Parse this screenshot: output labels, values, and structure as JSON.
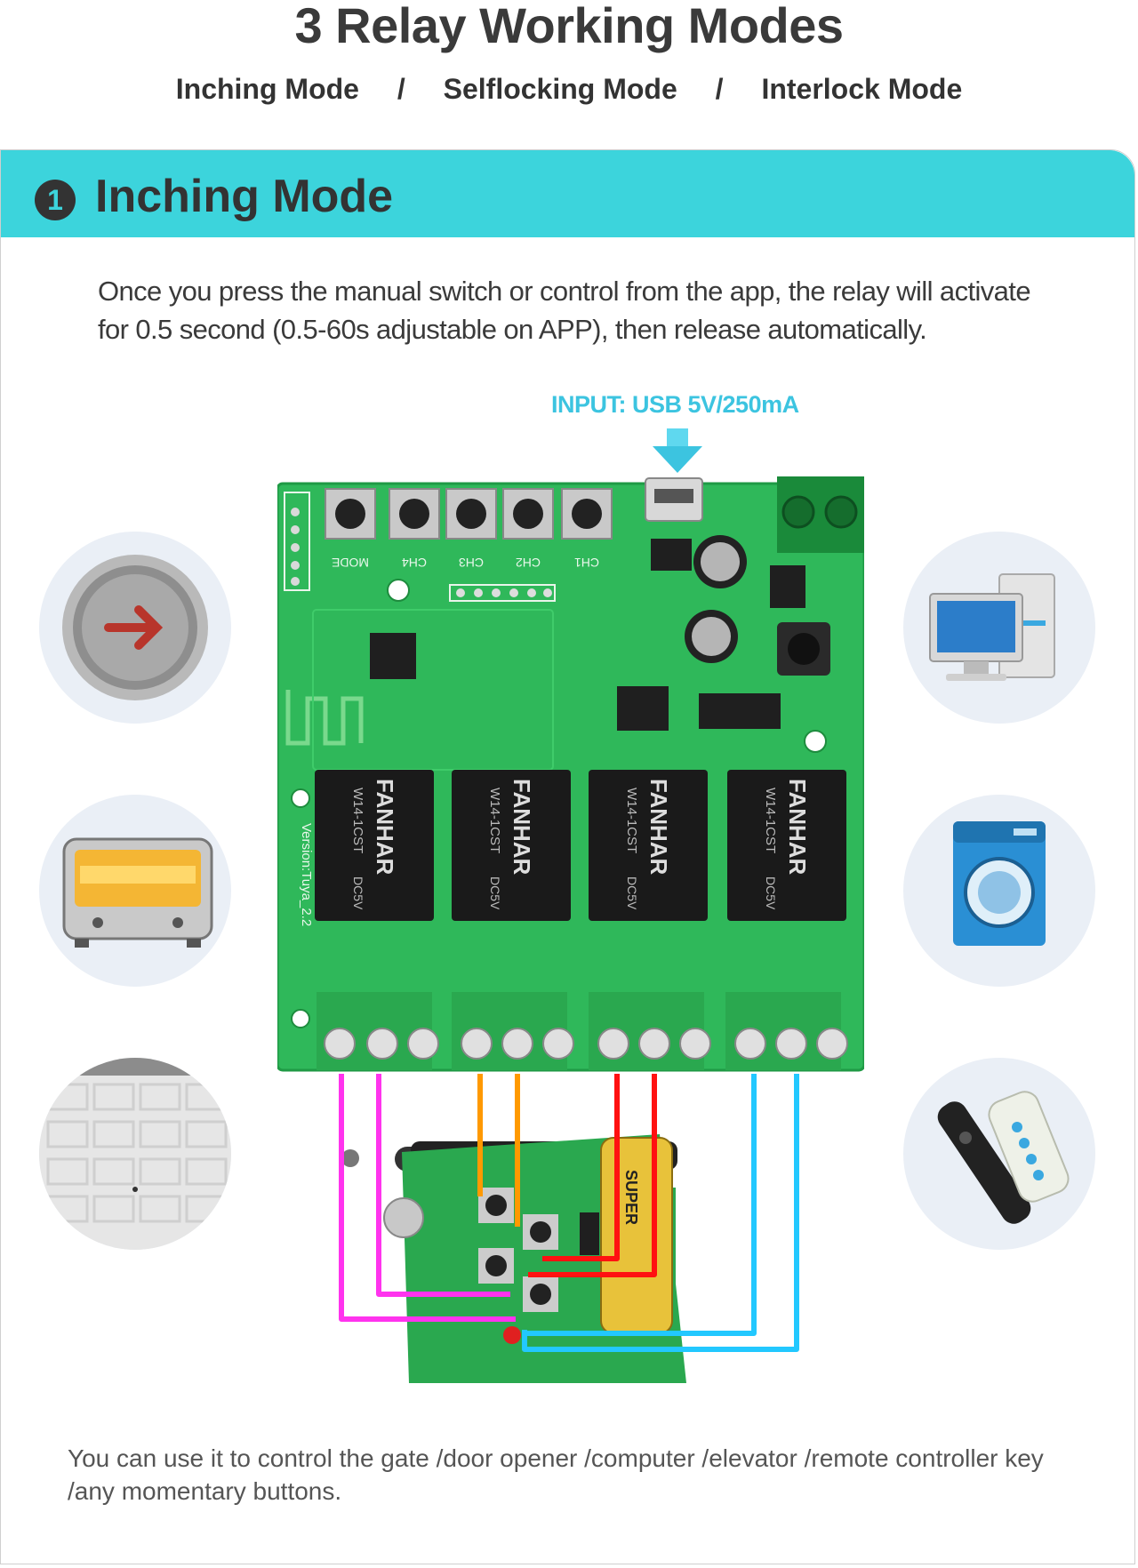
{
  "header": {
    "title": "3 Relay Working Modes",
    "modes": [
      "Inching Mode",
      "Selflocking Mode",
      "Interlock Mode"
    ],
    "separator": "/"
  },
  "section": {
    "number": "1",
    "title": "Inching Mode",
    "description": "Once you press the manual switch or control from the app, the relay will activate for 0.5 second (0.5-60s adjustable on APP), then release automatically.",
    "input_label": "INPUT: USB 5V/250mA",
    "footer": "You can use it to control the gate /door opener /computer /elevator /remote controller key /any momentary buttons."
  },
  "board": {
    "buttons": [
      "MODE",
      "CH4",
      "CH3",
      "CH2",
      "CH1"
    ],
    "relay_brand": "FANHAR",
    "relay_model": "W14-1CST",
    "relay_voltage": "DC5V",
    "version": "Version:Tuya_2.2",
    "remote_brand": "SUPER"
  },
  "devices": {
    "left": [
      "elevator-button-icon",
      "toaster-oven-icon",
      "garage-door-icon"
    ],
    "right": [
      "desktop-computer-icon",
      "washing-machine-icon",
      "remote-controls-icon"
    ]
  },
  "colors": {
    "accent": "#3cd4dc",
    "pcb": "#2fb85a",
    "wire_magenta": "#ff33ee",
    "wire_orange": "#ff9900",
    "wire_red": "#ff1111",
    "wire_cyan": "#22c8ff"
  }
}
